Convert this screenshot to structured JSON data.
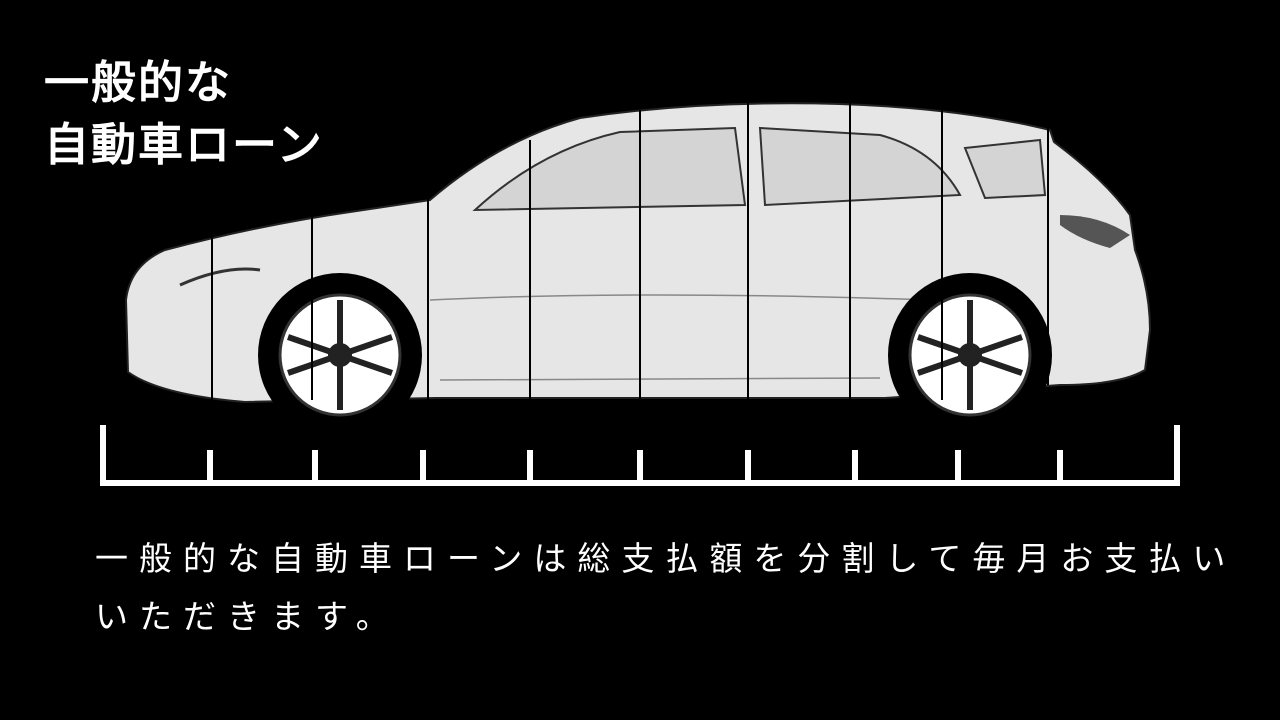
{
  "title": {
    "line1": "一般的な",
    "line2": "自動車ローン"
  },
  "description": {
    "line1": "一般的な自動車ローンは総支払額を分割して毎月お支払い",
    "line2": "いただきます。"
  },
  "ruler": {
    "segments": 10
  },
  "colors": {
    "background": "#000000",
    "text": "#ffffff",
    "car_body": "#e6e6e6"
  }
}
